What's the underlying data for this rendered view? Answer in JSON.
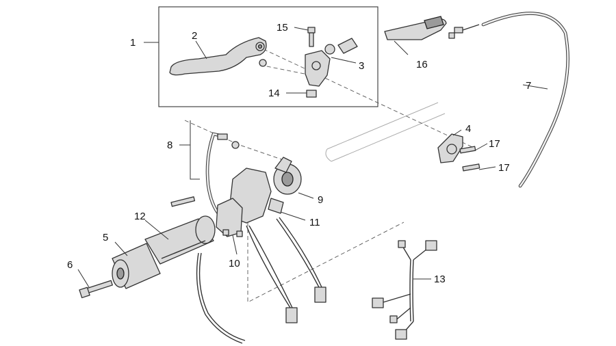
{
  "callouts": [
    {
      "id": "1",
      "text": "1"
    },
    {
      "id": "2",
      "text": "2"
    },
    {
      "id": "3",
      "text": "3"
    },
    {
      "id": "4",
      "text": "4"
    },
    {
      "id": "5",
      "text": "5"
    },
    {
      "id": "6",
      "text": "6"
    },
    {
      "id": "7",
      "text": "7"
    },
    {
      "id": "8",
      "text": "8"
    },
    {
      "id": "9",
      "text": "9"
    },
    {
      "id": "10",
      "text": "10"
    },
    {
      "id": "11",
      "text": "11"
    },
    {
      "id": "12",
      "text": "12"
    },
    {
      "id": "13",
      "text": "13"
    },
    {
      "id": "14",
      "text": "14"
    },
    {
      "id": "15",
      "text": "15"
    },
    {
      "id": "16",
      "text": "16"
    },
    {
      "id": "17a",
      "text": "17"
    },
    {
      "id": "17b",
      "text": "17"
    }
  ]
}
